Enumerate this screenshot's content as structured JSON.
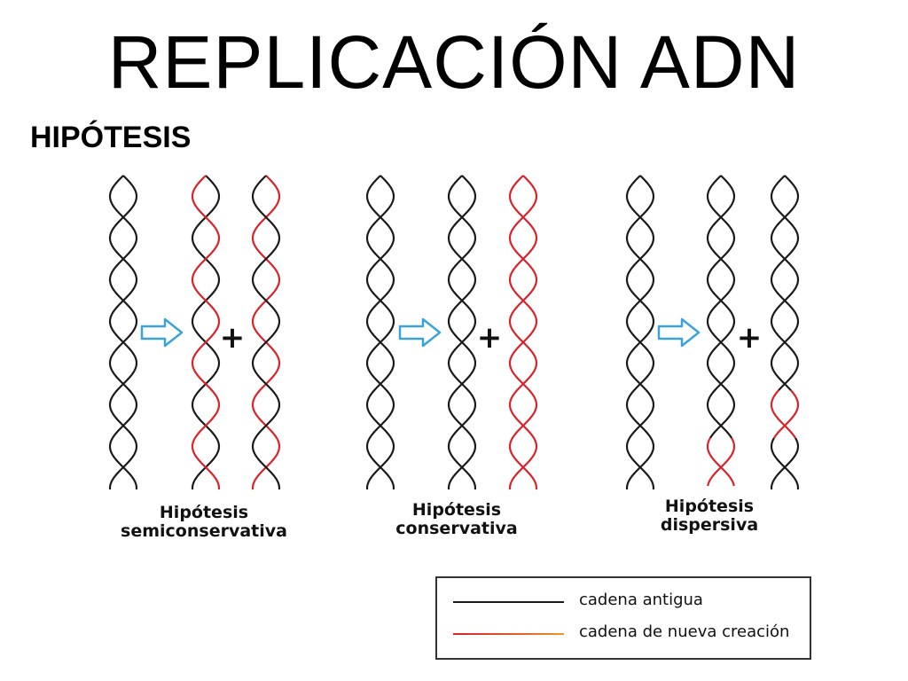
{
  "title": "REPLICACIÓN ADN",
  "subtitle": "HIPÓTESIS",
  "colors": {
    "old_strand": "#1a1a1a",
    "new_strand": "#d9222a",
    "arrow": "#3aa3d8"
  },
  "plus_symbol": "+",
  "hypotheses": [
    {
      "label_line1": "Hipótesis",
      "label_line2": "semiconservativa"
    },
    {
      "label_line1": "Hipótesis",
      "label_line2": "conservativa"
    },
    {
      "label_line1": "Hipótesis",
      "label_line2": "dispersiva"
    }
  ],
  "legend": {
    "old": "cadena antigua",
    "new": "cadena de nueva creación"
  }
}
